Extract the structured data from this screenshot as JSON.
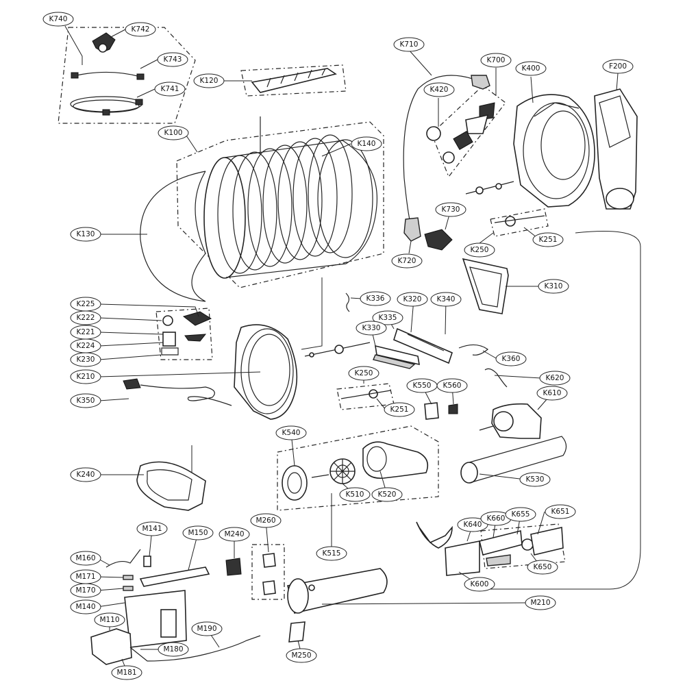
{
  "labels": {
    "K740": "K740",
    "K742": "K742",
    "K743": "K743",
    "K741": "K741",
    "K120": "K120",
    "K100": "K100",
    "K140": "K140",
    "K130": "K130",
    "K710": "K710",
    "K700": "K700",
    "K400": "K400",
    "F200": "F200",
    "K420": "K420",
    "K730": "K730",
    "K720": "K720",
    "K250a": "K250",
    "K251a": "K251",
    "K310": "K310",
    "K225": "K225",
    "K222": "K222",
    "K221": "K221",
    "K224": "K224",
    "K230": "K230",
    "K210": "K210",
    "K350": "K350",
    "K336": "K336",
    "K320": "K320",
    "K340": "K340",
    "K335": "K335",
    "K330": "K330",
    "K360": "K360",
    "K250b": "K250",
    "K251b": "K251",
    "K550": "K550",
    "K560": "K560",
    "K620": "K620",
    "K610": "K610",
    "K540": "K540",
    "K240": "K240",
    "K510": "K510",
    "K520": "K520",
    "K530": "K530",
    "K515": "K515",
    "K640": "K640",
    "K660": "K660",
    "K655": "K655",
    "K651": "K651",
    "K650": "K650",
    "K600": "K600",
    "M141": "M141",
    "M150": "M150",
    "M240": "M240",
    "M260": "M260",
    "M160": "M160",
    "M171": "M171",
    "M170": "M170",
    "M140": "M140",
    "M110": "M110",
    "M180": "M180",
    "M190": "M190",
    "M181": "M181",
    "M250": "M250",
    "M210": "M210"
  }
}
